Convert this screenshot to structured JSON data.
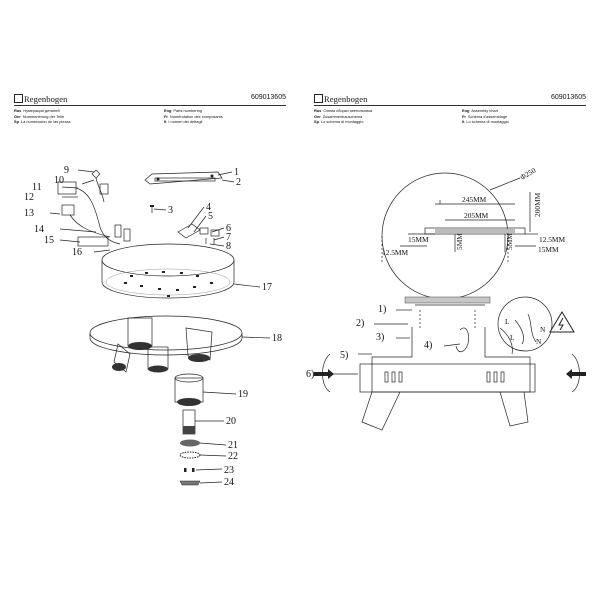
{
  "left": {
    "brand": "Regenbogen",
    "code": "609013605",
    "lang_col1": [
      {
        "code": "Rus",
        "text": "Нумерация деталей"
      },
      {
        "code": "Ger",
        "text": "Nummerierung der Teile"
      },
      {
        "code": "Sp",
        "text": "La numeración de las piezas"
      }
    ],
    "lang_col2": [
      {
        "code": "Eng",
        "text": "Parts numbering"
      },
      {
        "code": "Fr",
        "text": "Numérotation des composants"
      },
      {
        "code": "It",
        "text": "I numeri dei dettagli"
      }
    ],
    "callouts": [
      "1",
      "2",
      "3",
      "4",
      "5",
      "6",
      "7",
      "8",
      "9",
      "10",
      "11",
      "12",
      "13",
      "14",
      "15",
      "16",
      "17",
      "18",
      "19",
      "20",
      "21",
      "22",
      "23",
      "24"
    ]
  },
  "right": {
    "brand": "Regenbogen",
    "code": "609013605",
    "lang_col1": [
      {
        "code": "Rus",
        "text": "Схема сборки светильника"
      },
      {
        "code": "Ger",
        "text": "Zusammenbauschema"
      },
      {
        "code": "Sp",
        "text": "Lo schema di montaggio"
      }
    ],
    "lang_col2": [
      {
        "code": "Eng",
        "text": "Assembly chart"
      },
      {
        "code": "Fr",
        "text": "Schéma d'assemblage"
      },
      {
        "code": "It",
        "text": "Lo schema di montaggio"
      }
    ],
    "dims": {
      "diameter": "Φ250",
      "w245": "245MM",
      "w205": "205MM",
      "h200": "200MM",
      "l15": "15MM",
      "l125": "12.5MM",
      "r125": "12.5MM",
      "r15": "15MM",
      "m5a": "5MM",
      "m5b": "5MM"
    },
    "steps": [
      "1)",
      "2)",
      "3)",
      "4)",
      "5)",
      "6)"
    ],
    "wire_labels": {
      "l1": "L",
      "n1": "N",
      "l2": "L",
      "n2": "N"
    }
  }
}
